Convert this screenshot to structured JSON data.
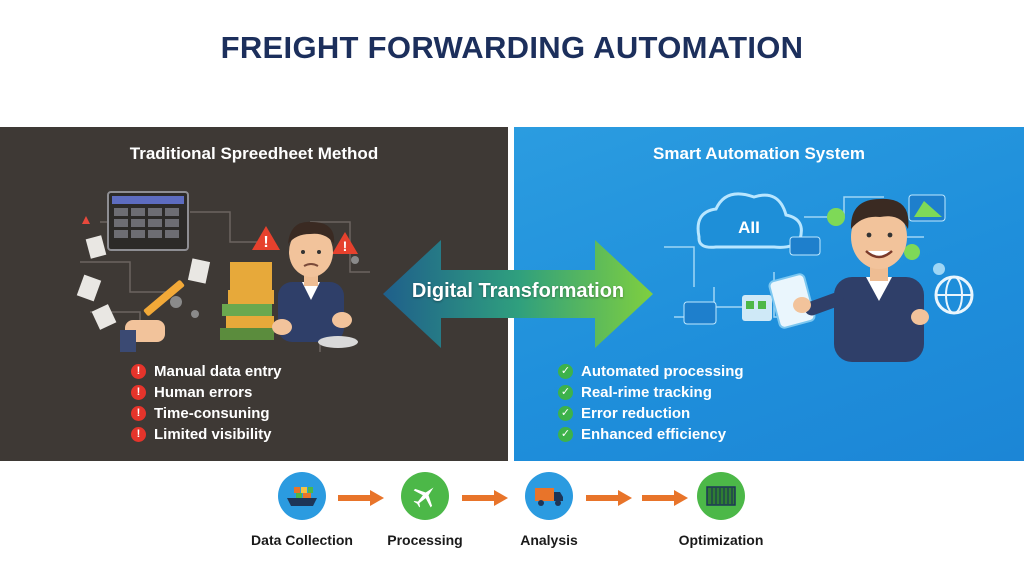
{
  "title": "FREIGHT FORWARDING AUTOMATION",
  "left_panel": {
    "heading": "Traditional Spreedheet Method",
    "points": [
      "Manual data entry",
      "Human errors",
      "Time-consuning",
      "Limited visibility"
    ],
    "badge_symbol": "!",
    "badge_color": "#e5342b",
    "background": "#3e3935"
  },
  "right_panel": {
    "heading": "Smart Automation System",
    "points": [
      "Automated processing",
      "Real-rime tracking",
      "Error reduction",
      "Enhanced efficiency"
    ],
    "badge_symbol": "✓",
    "badge_color": "#3db24a",
    "cloud_label": "AII",
    "background": "#2196dd"
  },
  "center_arrow": {
    "label": "Digital Transformation",
    "colors": [
      "#1f5f8b",
      "#2f9f7e",
      "#7fcf3f"
    ]
  },
  "workflow": {
    "steps": [
      {
        "label": "Data Collection",
        "icon": "cargo-ship-icon",
        "color": "#2b9be0"
      },
      {
        "label": "Processing",
        "icon": "airplane-icon",
        "color": "#4cb848"
      },
      {
        "label": "Analysis",
        "icon": "truck-icon",
        "color": "#2b9be0"
      },
      {
        "label": "Optimization",
        "icon": "container-icon",
        "color": "#4cb848"
      }
    ],
    "arrow_color": "#e8742a"
  }
}
